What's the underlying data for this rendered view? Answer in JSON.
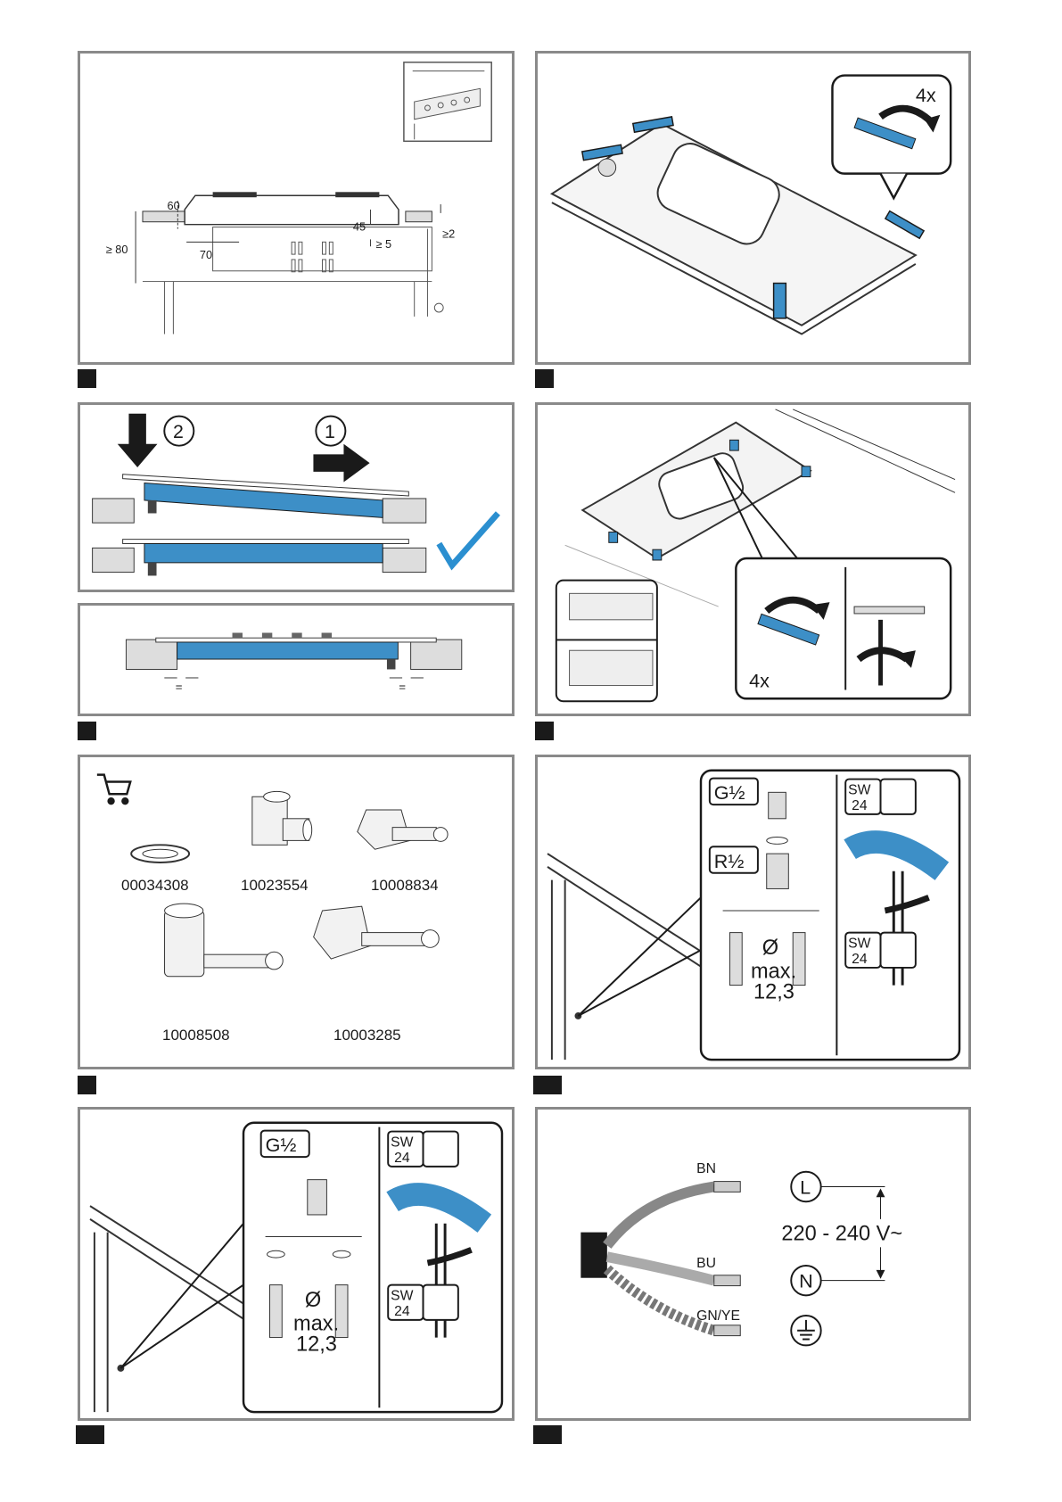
{
  "panel1": {
    "dim_60": "60",
    "dim_80": "≥ 80",
    "dim_45": "45",
    "dim_5": "≥ 5",
    "dim_2": "≥2",
    "dim_70": "70"
  },
  "panel2": {
    "count": "4x"
  },
  "panel3": {
    "step_2": "2",
    "step_1": "1"
  },
  "panel5": {
    "count": "4x"
  },
  "panel6": {
    "parts": [
      "00034308",
      "10023554",
      "10008834",
      "10008508",
      "10003285"
    ]
  },
  "panel7": {
    "thread_g": "G½",
    "thread_r": "R½",
    "diameter": "Ø",
    "max_label": "max.",
    "max_value": "12,3",
    "sw_label": "SW",
    "sw_value": "24"
  },
  "panel8": {
    "thread_g": "G½",
    "diameter": "Ø",
    "max_label": "max.",
    "max_value": "12,3",
    "sw_label": "SW",
    "sw_value": "24"
  },
  "panel9": {
    "wire_bn": "BN",
    "wire_bu": "BU",
    "wire_gnye": "GN/YE",
    "terminal_l": "L",
    "terminal_n": "N",
    "voltage": "220 - 240 V~"
  },
  "colors": {
    "accent_blue": "#3d8fc7",
    "frame_gray": "#8a8a8a",
    "check_blue": "#2b8fd0"
  },
  "icons": [
    "shopping-cart-icon",
    "wrench-icon",
    "arrow-icon",
    "checkmark-icon",
    "ground-icon"
  ]
}
